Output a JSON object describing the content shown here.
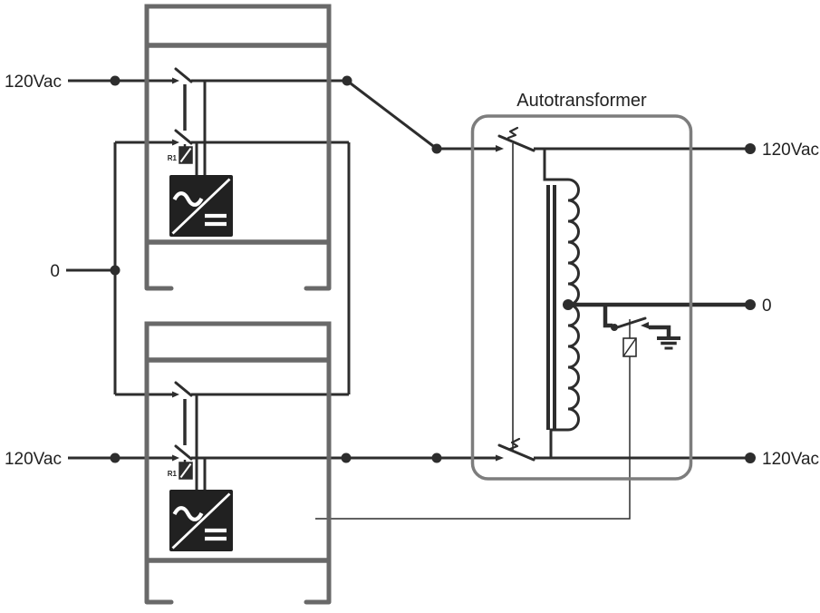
{
  "diagram": {
    "title": "Autotransformer",
    "terminals": {
      "left_top": "120Vac",
      "left_mid": "0",
      "left_bottom": "120Vac",
      "right_top": "120Vac",
      "right_mid": "0",
      "right_bottom": "120Vac"
    },
    "relays": {
      "top": "R1",
      "bottom": "R1"
    },
    "icons": {
      "inverter_top": "inverter-charger-icon",
      "inverter_bottom": "inverter-charger-icon",
      "winding": "autotransformer-winding",
      "ground": "earth-ground-icon",
      "relay_coil": "relay-coil",
      "switch": "relay-contact-switch"
    },
    "colors": {
      "wire": "#2d2d2d",
      "chassis_outline": "#696969",
      "autotransformer_outline": "#7d7d7d",
      "inverter_fill": "#212121",
      "background": "#ffffff"
    }
  }
}
